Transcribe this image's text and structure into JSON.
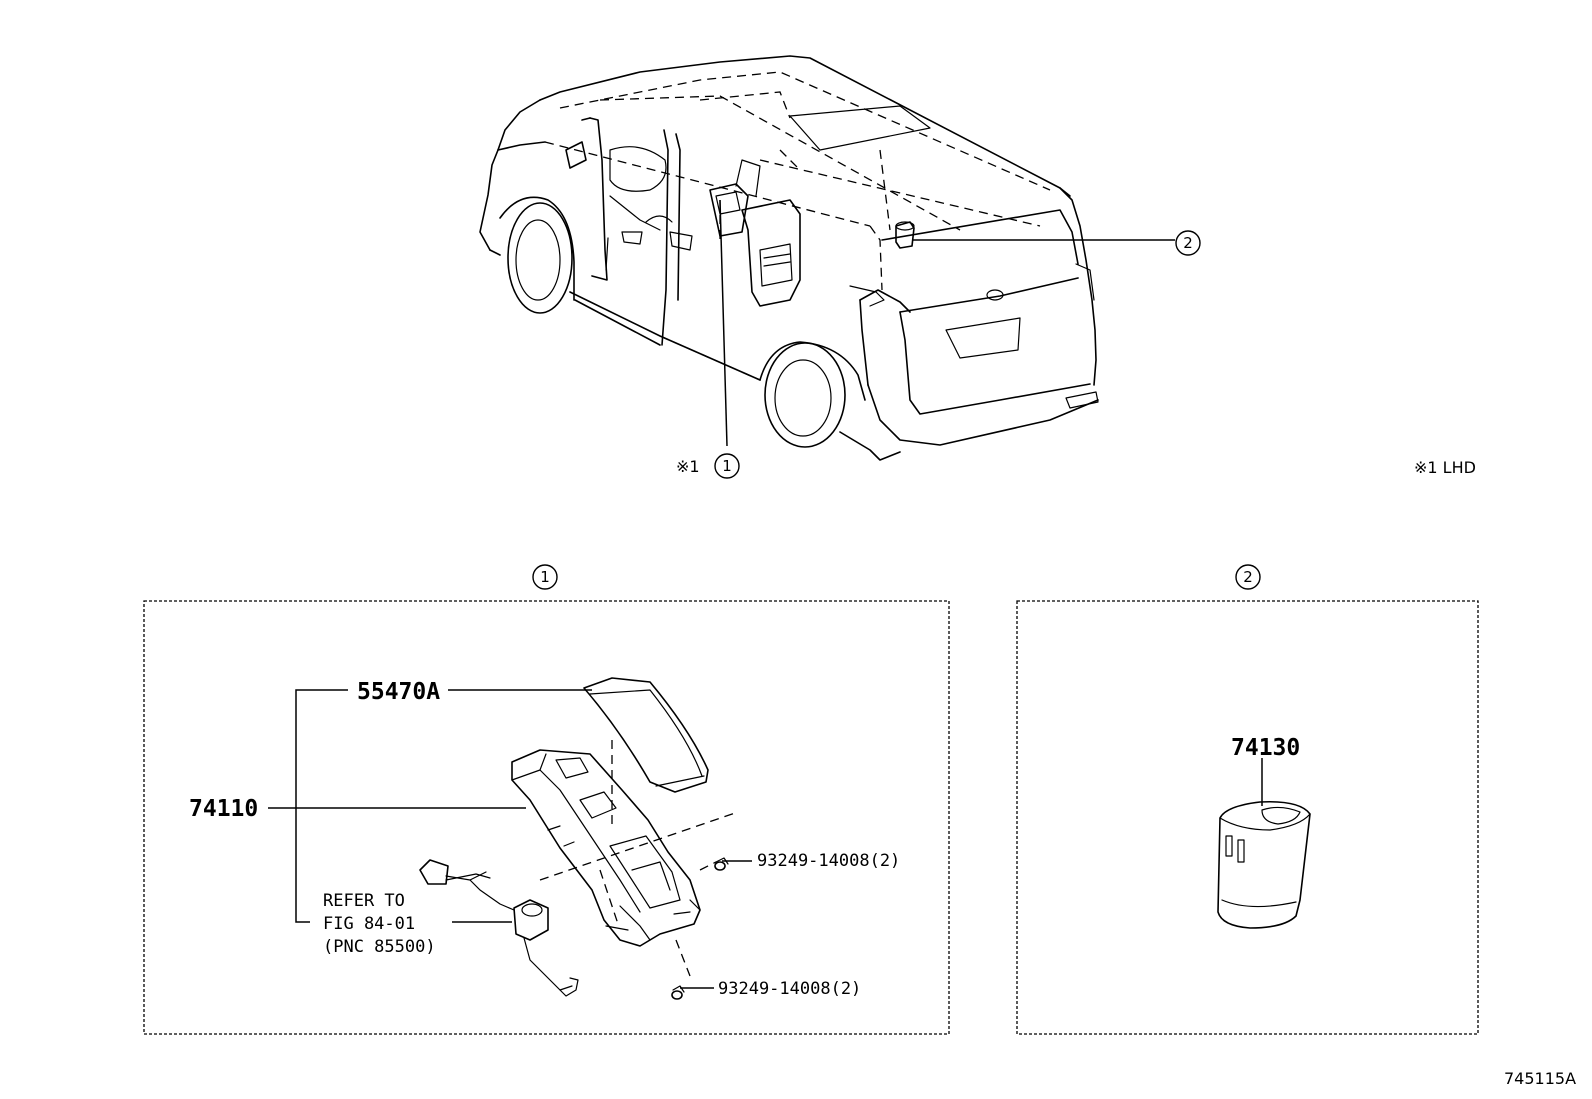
{
  "callouts": {
    "c1": "1",
    "c2": "2"
  },
  "notes": {
    "marker_1": "※1",
    "legend": "※1 LHD"
  },
  "parts": {
    "p55470a": "55470A",
    "p74110": "74110",
    "p74130": "74130",
    "bolt_upper": "93249-14008(2)",
    "bolt_lower": "93249-14008(2)",
    "refer_line1": "REFER TO",
    "refer_line2": "FIG 84-01",
    "refer_line3": "(PNC 85500)"
  },
  "figure_id": "745115A"
}
